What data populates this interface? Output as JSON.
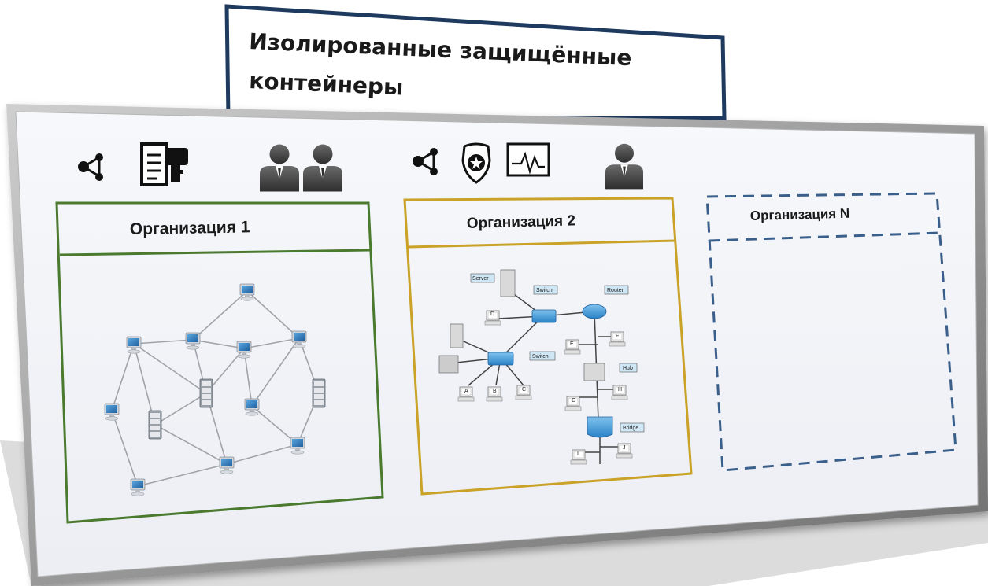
{
  "title": {
    "line1": "Изолированные  защищённые",
    "line2": "контейнеры"
  },
  "organizations": [
    {
      "label": "Организация 1",
      "color": "#4a7a2e",
      "style": "solid"
    },
    {
      "label": "Организация 2",
      "color": "#c9a227",
      "style": "solid"
    },
    {
      "label": "Организация N",
      "color": "#3a5f8a",
      "style": "dashed"
    }
  ],
  "icons": {
    "org1": [
      "share-icon",
      "document-key-icon",
      "two-users-icon"
    ],
    "org2": [
      "share-icon",
      "police-badge-icon",
      "monitoring-chart-icon",
      "user-icon"
    ]
  },
  "network2_labels": {
    "server": "Server",
    "switch_top": "Switch",
    "router": "Router",
    "switch_bottom": "Switch",
    "hub": "Hub",
    "bridge": "Bridge",
    "nodes": [
      "D",
      "E",
      "F",
      "A",
      "B",
      "C",
      "G",
      "H",
      "I",
      "J"
    ]
  },
  "colors": {
    "panel_bg": "#f1f3f8",
    "frame": "#8a8a8a",
    "title_border": "#1e3a5f",
    "monitor": "#2b7bbd"
  }
}
